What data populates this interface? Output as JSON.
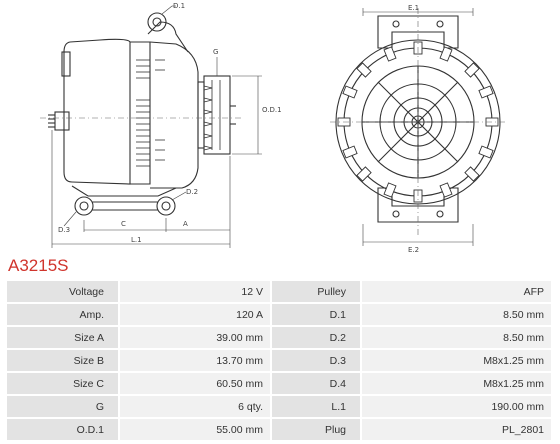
{
  "drawing": {
    "side_labels": {
      "d1": "D.1",
      "g": "G",
      "od1": "O.D.1",
      "d2": "D.2",
      "d3": "D.3",
      "c": "C",
      "a": "A",
      "l1": "L.1"
    },
    "front_labels": {
      "e1": "E.1",
      "e2": "E.2"
    }
  },
  "part_number": "A3215S",
  "specs": {
    "rows": [
      [
        {
          "label": "Voltage",
          "value": "12 V"
        },
        {
          "label": "Pulley",
          "value": "AFP"
        }
      ],
      [
        {
          "label": "Amp.",
          "value": "120 A"
        },
        {
          "label": "D.1",
          "value": "8.50 mm"
        }
      ],
      [
        {
          "label": "Size A",
          "value": "39.00 mm"
        },
        {
          "label": "D.2",
          "value": "8.50 mm"
        }
      ],
      [
        {
          "label": "Size B",
          "value": "13.70 mm"
        },
        {
          "label": "D.3",
          "value": "M8x1.25 mm"
        }
      ],
      [
        {
          "label": "Size C",
          "value": "60.50 mm"
        },
        {
          "label": "D.4",
          "value": "M8x1.25 mm"
        }
      ],
      [
        {
          "label": "G",
          "value": "6 qty."
        },
        {
          "label": "L.1",
          "value": "190.00 mm"
        }
      ],
      [
        {
          "label": "O.D.1",
          "value": "55.00 mm"
        },
        {
          "label": "Plug",
          "value": "PL_2801"
        }
      ]
    ]
  }
}
